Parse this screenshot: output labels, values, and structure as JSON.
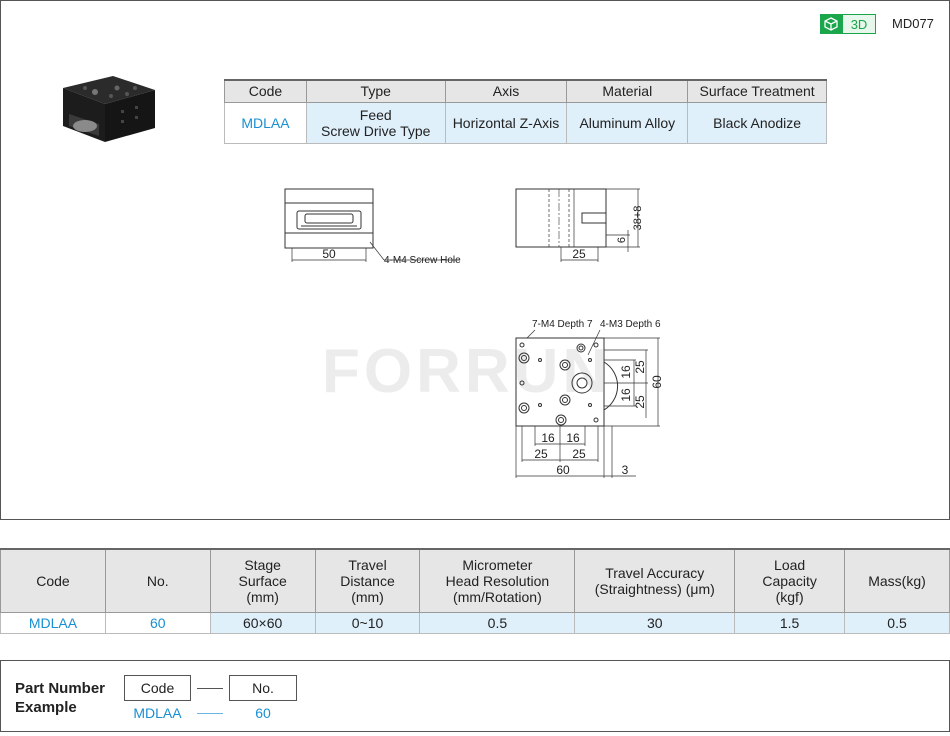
{
  "header": {
    "badge_3d": "3D",
    "model_no": "MD077"
  },
  "spec_table": {
    "headers": [
      "Code",
      "Type",
      "Axis",
      "Material",
      "Surface Treatment"
    ],
    "row": {
      "code": "MDLAA",
      "type_line1": "Feed",
      "type_line2": "Screw Drive Type",
      "axis": "Horizontal Z-Axis",
      "material": "Aluminum Alloy",
      "surface": "Black Anodize"
    }
  },
  "drawing": {
    "front_dim": "50",
    "front_note": "4-M4 Screw Hole",
    "side_dim_w": "25",
    "side_dim_h": "38+8",
    "side_dim_6": "6",
    "top_note_left": "7-M4 Depth 7",
    "top_note_right": "4-M3 Depth 6",
    "dims": {
      "d16a": "16",
      "d16b": "16",
      "d25a": "25",
      "d25b": "25",
      "d60": "60",
      "d3": "3",
      "r25a": "25",
      "r16a": "16",
      "r16b": "16",
      "r25b": "25",
      "r60": "60"
    },
    "watermark": "FORRUN"
  },
  "detail_table": {
    "headers": {
      "code": "Code",
      "no": "No.",
      "stage_1": "Stage",
      "stage_2": "Surface",
      "stage_3": "(mm)",
      "travel_1": "Travel",
      "travel_2": "Distance",
      "travel_3": "(mm)",
      "micro_1": "Micrometer",
      "micro_2": "Head Resolution",
      "micro_3": "(mm/Rotation)",
      "acc_1": "Travel Accuracy",
      "acc_2": "(Straightness) (μm)",
      "load_1": "Load",
      "load_2": "Capacity",
      "load_3": "(kgf)",
      "mass": "Mass(kg)"
    },
    "row": {
      "code": "MDLAA",
      "no": "60",
      "stage": "60×60",
      "travel": "0~10",
      "resolution": "0.5",
      "accuracy": "30",
      "load": "1.5",
      "mass": "0.5"
    }
  },
  "part_number": {
    "title_1": "Part Number",
    "title_2": "Example",
    "code_label": "Code",
    "no_label": "No.",
    "code_value": "MDLAA",
    "no_value": "60"
  }
}
